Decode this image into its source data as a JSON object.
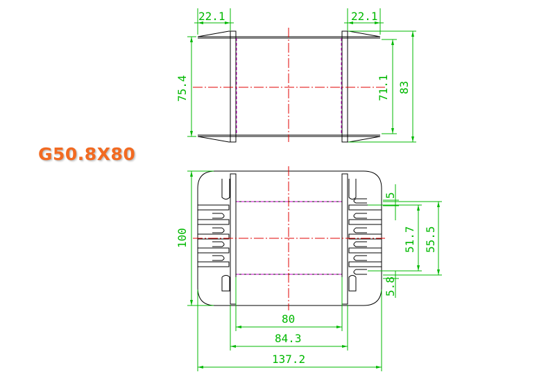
{
  "title": "G50.8X80",
  "colors": {
    "outline": "#000000",
    "centerline": "#e00000",
    "hidden": "#cc00cc",
    "dimension": "#00b800",
    "title": "#f26a21"
  },
  "top_view": {
    "dim_left_flange": "22.1",
    "dim_right_flange": "22.1",
    "dim_outer_height": "75.4",
    "dim_inner_height": "71.1",
    "dim_total_height": "83"
  },
  "front_view": {
    "dim_slot": "5",
    "dim_pin_span_inner": "51.7",
    "dim_pin_span_outer": "55.5",
    "dim_bottom_gap": "5.8",
    "dim_height": "100",
    "dim_core_width": "80",
    "dim_flange_width": "84.3",
    "dim_total_width": "137.2"
  }
}
